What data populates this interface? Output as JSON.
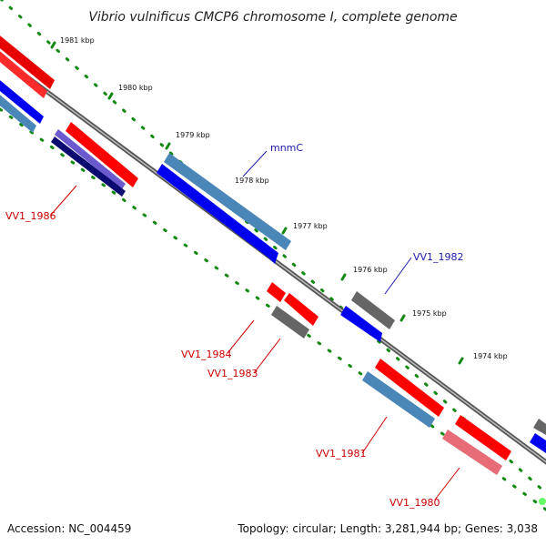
{
  "title": "Vibrio vulnificus CMCP6 chromosome I, complete genome",
  "footer": {
    "accession": "Accession: NC_004459",
    "topology": "Topology: circular; Length: 3,281,944 bp; Genes: 3,038"
  },
  "ticks": [
    {
      "label": "1981 kbp"
    },
    {
      "label": "1980 kbp"
    },
    {
      "label": "1979 kbp"
    },
    {
      "label": "1978 kbp"
    },
    {
      "label": "1977 kbp"
    },
    {
      "label": "1976 kbp"
    },
    {
      "label": "1975 kbp"
    },
    {
      "label": "1974 kbp"
    }
  ],
  "gene_labels": [
    {
      "text": "mnmC",
      "color": "#1a1aa8"
    },
    {
      "text": "VV1_1982",
      "color": "#1a1aa8"
    },
    {
      "text": "VV1_1986",
      "color": "#cc0000"
    },
    {
      "text": "VV1_1984",
      "color": "#cc0000"
    },
    {
      "text": "VV1_1983",
      "color": "#cc0000"
    },
    {
      "text": "VV1_1981",
      "color": "#cc0000"
    },
    {
      "text": "VV1_1980",
      "color": "#cc0000"
    }
  ],
  "colors": {
    "cds_forward": "#ff0000",
    "cds_reverse": "#0000ff",
    "cds_light_blue": "#4a86b8",
    "cds_gray": "#666666",
    "cds_navy": "#0a0a70",
    "cds_pink": "#e86b78",
    "backbone": "#777777",
    "dotted_track": "#128a12"
  }
}
